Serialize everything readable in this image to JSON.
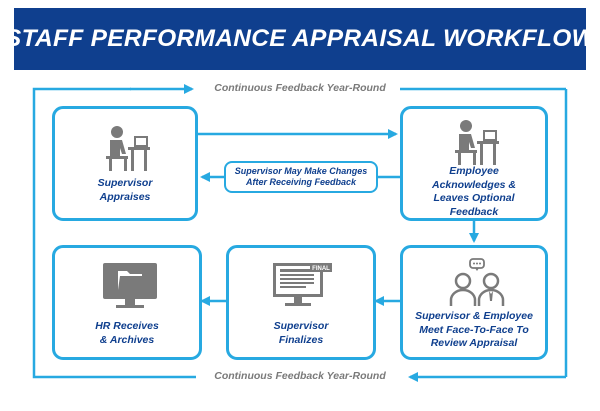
{
  "title": "STAFF PERFORMANCE APPRAISAL WORKFLOW",
  "loop_label_top": "Continuous Feedback Year-Round",
  "loop_label_bottom": "Continuous Feedback Year-Round",
  "colors": {
    "navy": "#0f3f8e",
    "accent": "#27a9e1",
    "icon_gray": "#7a7a7a",
    "label_gray": "#7a7a7a"
  },
  "steps": [
    {
      "lines": [
        "Supervisor",
        "Appraises"
      ],
      "icon": "person-at-desk-icon"
    },
    {
      "lines": [
        "Employee",
        "Acknowledges &",
        "Leaves Optional",
        "Feedback"
      ],
      "icon": "person-at-desk-icon"
    },
    {
      "lines": [
        "Supervisor & Employee",
        "Meet Face-To-Face To",
        "Review Appraisal"
      ],
      "icon": "meeting-icon"
    },
    {
      "lines": [
        "Supervisor",
        "Finalizes"
      ],
      "icon": "final-document-monitor-icon",
      "icon_text": "FINAL"
    },
    {
      "lines": [
        "HR Receives",
        "& Archives"
      ],
      "icon": "folder-monitor-icon"
    }
  ],
  "feedback_note": {
    "lines": [
      "Supervisor May Make Changes",
      "After Receiving Feedback"
    ]
  }
}
